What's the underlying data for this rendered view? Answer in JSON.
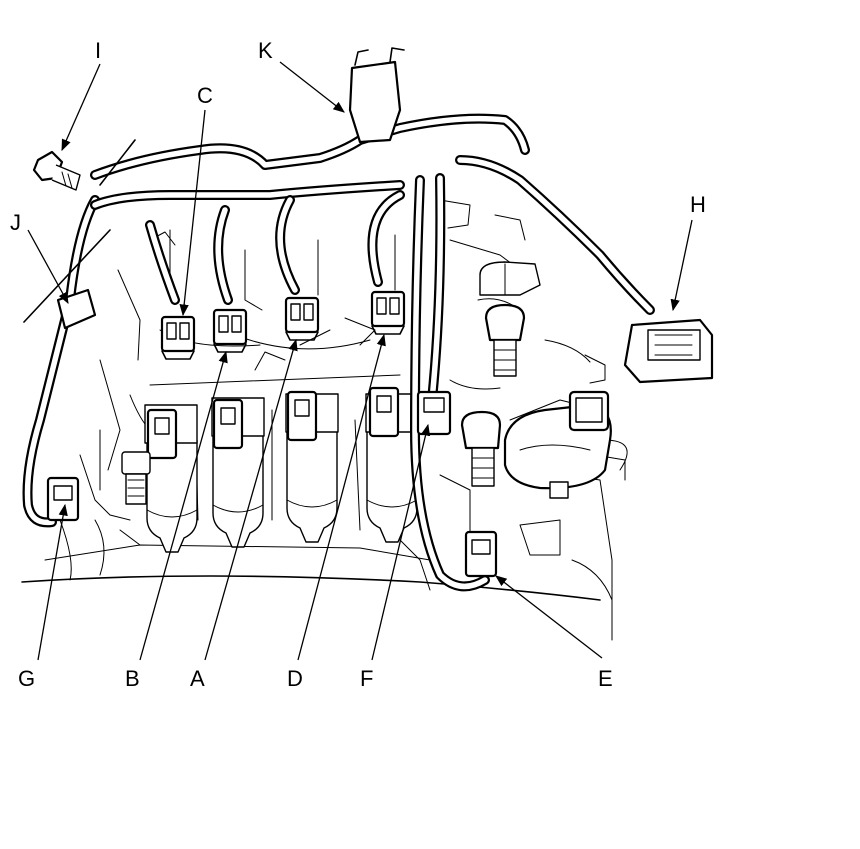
{
  "labels": {
    "A": "A",
    "B": "B",
    "C": "C",
    "D": "D",
    "E": "E",
    "F": "F",
    "G": "G",
    "H": "H",
    "I": "I",
    "J": "J",
    "K": "K"
  },
  "colors": {
    "line": "#000000",
    "background": "#ffffff"
  }
}
